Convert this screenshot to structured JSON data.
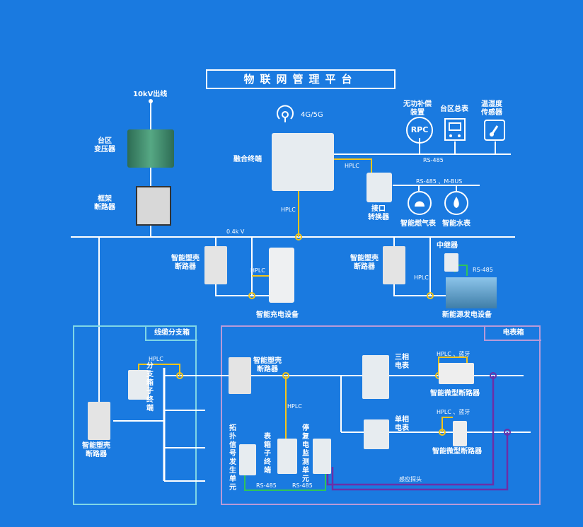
{
  "title": "物联网管理平台",
  "labels": {
    "line_10kv": "10kV出线",
    "transformer": "台区\n变压器",
    "frame_breaker": "框架\n断路器",
    "fusion_terminal": "融合终端",
    "signal_4g5g": "4G/5G",
    "rpc_device": "无功补偿\n装置",
    "area_meter": "台区总表",
    "temp_humidity": "温湿度\n传感器",
    "rs485_top": "RS-485",
    "hplc_top": "HPLC",
    "rs485_mbus": "RS-485 、M-BUS",
    "interface_converter": "接口\n转换器",
    "gas_meter": "智能燃气表",
    "water_meter": "智能水表",
    "hplc_vertical": "HPLC",
    "bus_04kv": "0.4k V",
    "mccb_left": "智能塑壳\n断路器",
    "hplc_charger": "HPLC",
    "charger": "智能充电设备",
    "mccb_right": "智能塑壳\n断路器",
    "relay": "中继器",
    "rs485_relay": "RS-485",
    "hplc_newenergy": "HPLC",
    "new_energy": "新能源发电设备",
    "cable_box": "线缆分支箱",
    "meter_box": "电表箱",
    "hplc_branch": "HPLC",
    "branch_terminal": "分支箱子终端",
    "mccb_box": "智能塑壳\n断路器",
    "mccb_bottom": "智能塑壳\n断路器",
    "hplc_meterbox": "HPLC",
    "three_phase": "三相\n电表",
    "hplc_bt_1": "HPLC 、蓝牙",
    "micro_breaker_1": "智能微型断路器",
    "single_phase": "单相\n电表",
    "hplc_bt_2": "HPLC 、蓝牙",
    "micro_breaker_2": "智能微型断路器",
    "topology_gen": "拓扑信号发生单元",
    "meterbox_terminal": "表箱子终端",
    "outage_monitor": "停复电监测单元",
    "rs485_b1": "RS-485",
    "rs485_b2": "RS-485",
    "sensor_probe": "感应探头",
    "rpc_text": "RPC"
  },
  "colors": {
    "background": "#1a7ae0",
    "line": "#ffffff",
    "hplc": "#f5c518",
    "rs485": "#2fc45a",
    "probe": "#6b2fa8",
    "box_border": "#7fd6e6",
    "meterbox_border": "#b89ad8"
  },
  "icons": [
    "signal-icon",
    "rpc-icon",
    "meter-icon",
    "thermometer-icon",
    "gas-icon",
    "water-icon"
  ]
}
